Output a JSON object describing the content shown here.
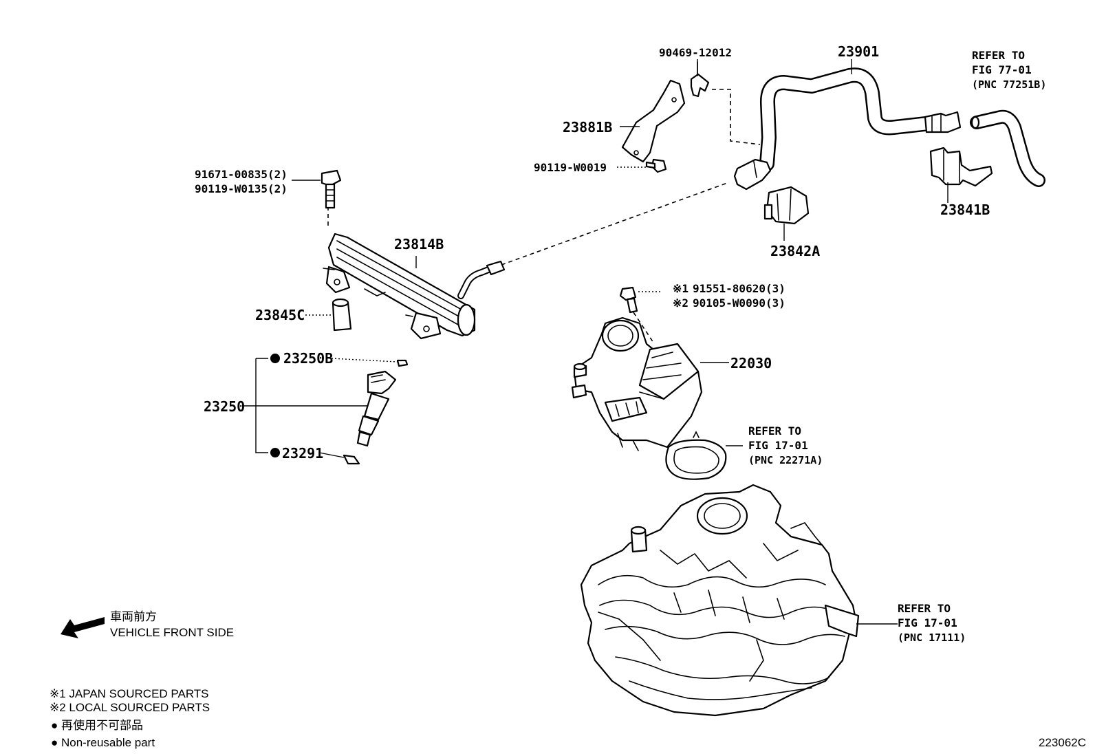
{
  "diagram_id": "223062C",
  "part_labels": {
    "p90469": "90469-12012",
    "p23901": "23901",
    "refer_77_line1": "REFER TO",
    "refer_77_line2": "FIG 77-01",
    "refer_77_line3": "(PNC 77251B)",
    "p23881b": "23881B",
    "p90119_w0019": "90119-W0019",
    "p91671": "91671-00835(2)",
    "p90119_w0135": "90119-W0135(2)",
    "p23841b": "23841B",
    "p23842a": "23842A",
    "p23814b": "23814B",
    "p91551_mark": "※1",
    "p91551": "91551-80620(3)",
    "p90105_mark": "※2",
    "p90105": "90105-W0090(3)",
    "p23845c": "23845C",
    "p22030": "22030",
    "p23250b": "23250B",
    "p23250": "23250",
    "refer_17a_line1": "REFER TO",
    "refer_17a_line2": "FIG 17-01",
    "refer_17a_line3": "(PNC 22271A)",
    "p23291": "23291",
    "refer_17b_line1": "REFER TO",
    "refer_17b_line2": "FIG 17-01",
    "refer_17b_line3": "(PNC 17111)"
  },
  "legend": {
    "direction_jp": "車両前方",
    "direction_en": "VEHICLE FRONT SIDE",
    "note1": "※1 JAPAN SOURCED PARTS",
    "note2": "※2 LOCAL SOURCED PARTS",
    "nonreusable_jp": "● 再使用不可部品",
    "nonreusable_en": "● Non-reusable part"
  }
}
